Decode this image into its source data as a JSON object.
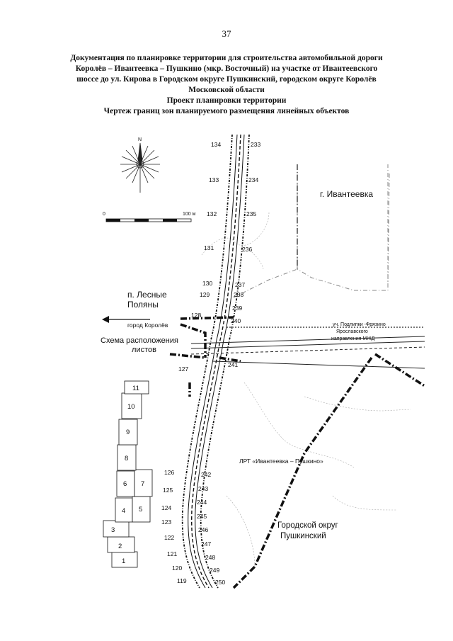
{
  "page_number": "37",
  "header": {
    "line1": "Документация по планировке территории для строительства автомобильной дороги",
    "line2": "Королёв – Ивантеевка – Пушкино (мкр. Восточный) на участке от Ивантеевского",
    "line3": "шоссе до ул. Кирова в Городском округе Пушкинский, городском округе Королёв",
    "line4": "Московской области",
    "line5": "Проект планировки территории",
    "line6": "Чертеж границ зон планируемого размещения линейных объектов"
  },
  "compass": {
    "north": "N"
  },
  "scale_bar": {
    "start": "0",
    "end": "100 м"
  },
  "labels": {
    "ivanteevka": "г. Ивантеевка",
    "lesnye_1": "п. Лесные",
    "lesnye_2": "Поляны",
    "korolev": "город Королёв",
    "scheme_1": "Схема расположения",
    "scheme_2": "листов",
    "railway_1": "уч. Подлипки -Фрязино",
    "railway_2": "Ярославского",
    "railway_3": "направления МЖД",
    "lrt": "ЛРТ «Ивантеевка – Пушкино»",
    "pushkinsky_1": "Городской округ",
    "pushkinsky_2": "Пушкинский"
  },
  "left_points": [
    "134",
    "133",
    "132",
    "131",
    "130",
    "129",
    "128",
    "127",
    "126",
    "125",
    "124",
    "123",
    "122",
    "121",
    "120",
    "119"
  ],
  "right_points": [
    "233",
    "234",
    "235",
    "236",
    "237",
    "238",
    "239",
    "240",
    "241",
    "242",
    "243",
    "244",
    "245",
    "246",
    "247",
    "248",
    "249",
    "250"
  ],
  "sheets": [
    "1",
    "2",
    "3",
    "4",
    "5",
    "6",
    "7",
    "8",
    "9",
    "10",
    "11"
  ]
}
